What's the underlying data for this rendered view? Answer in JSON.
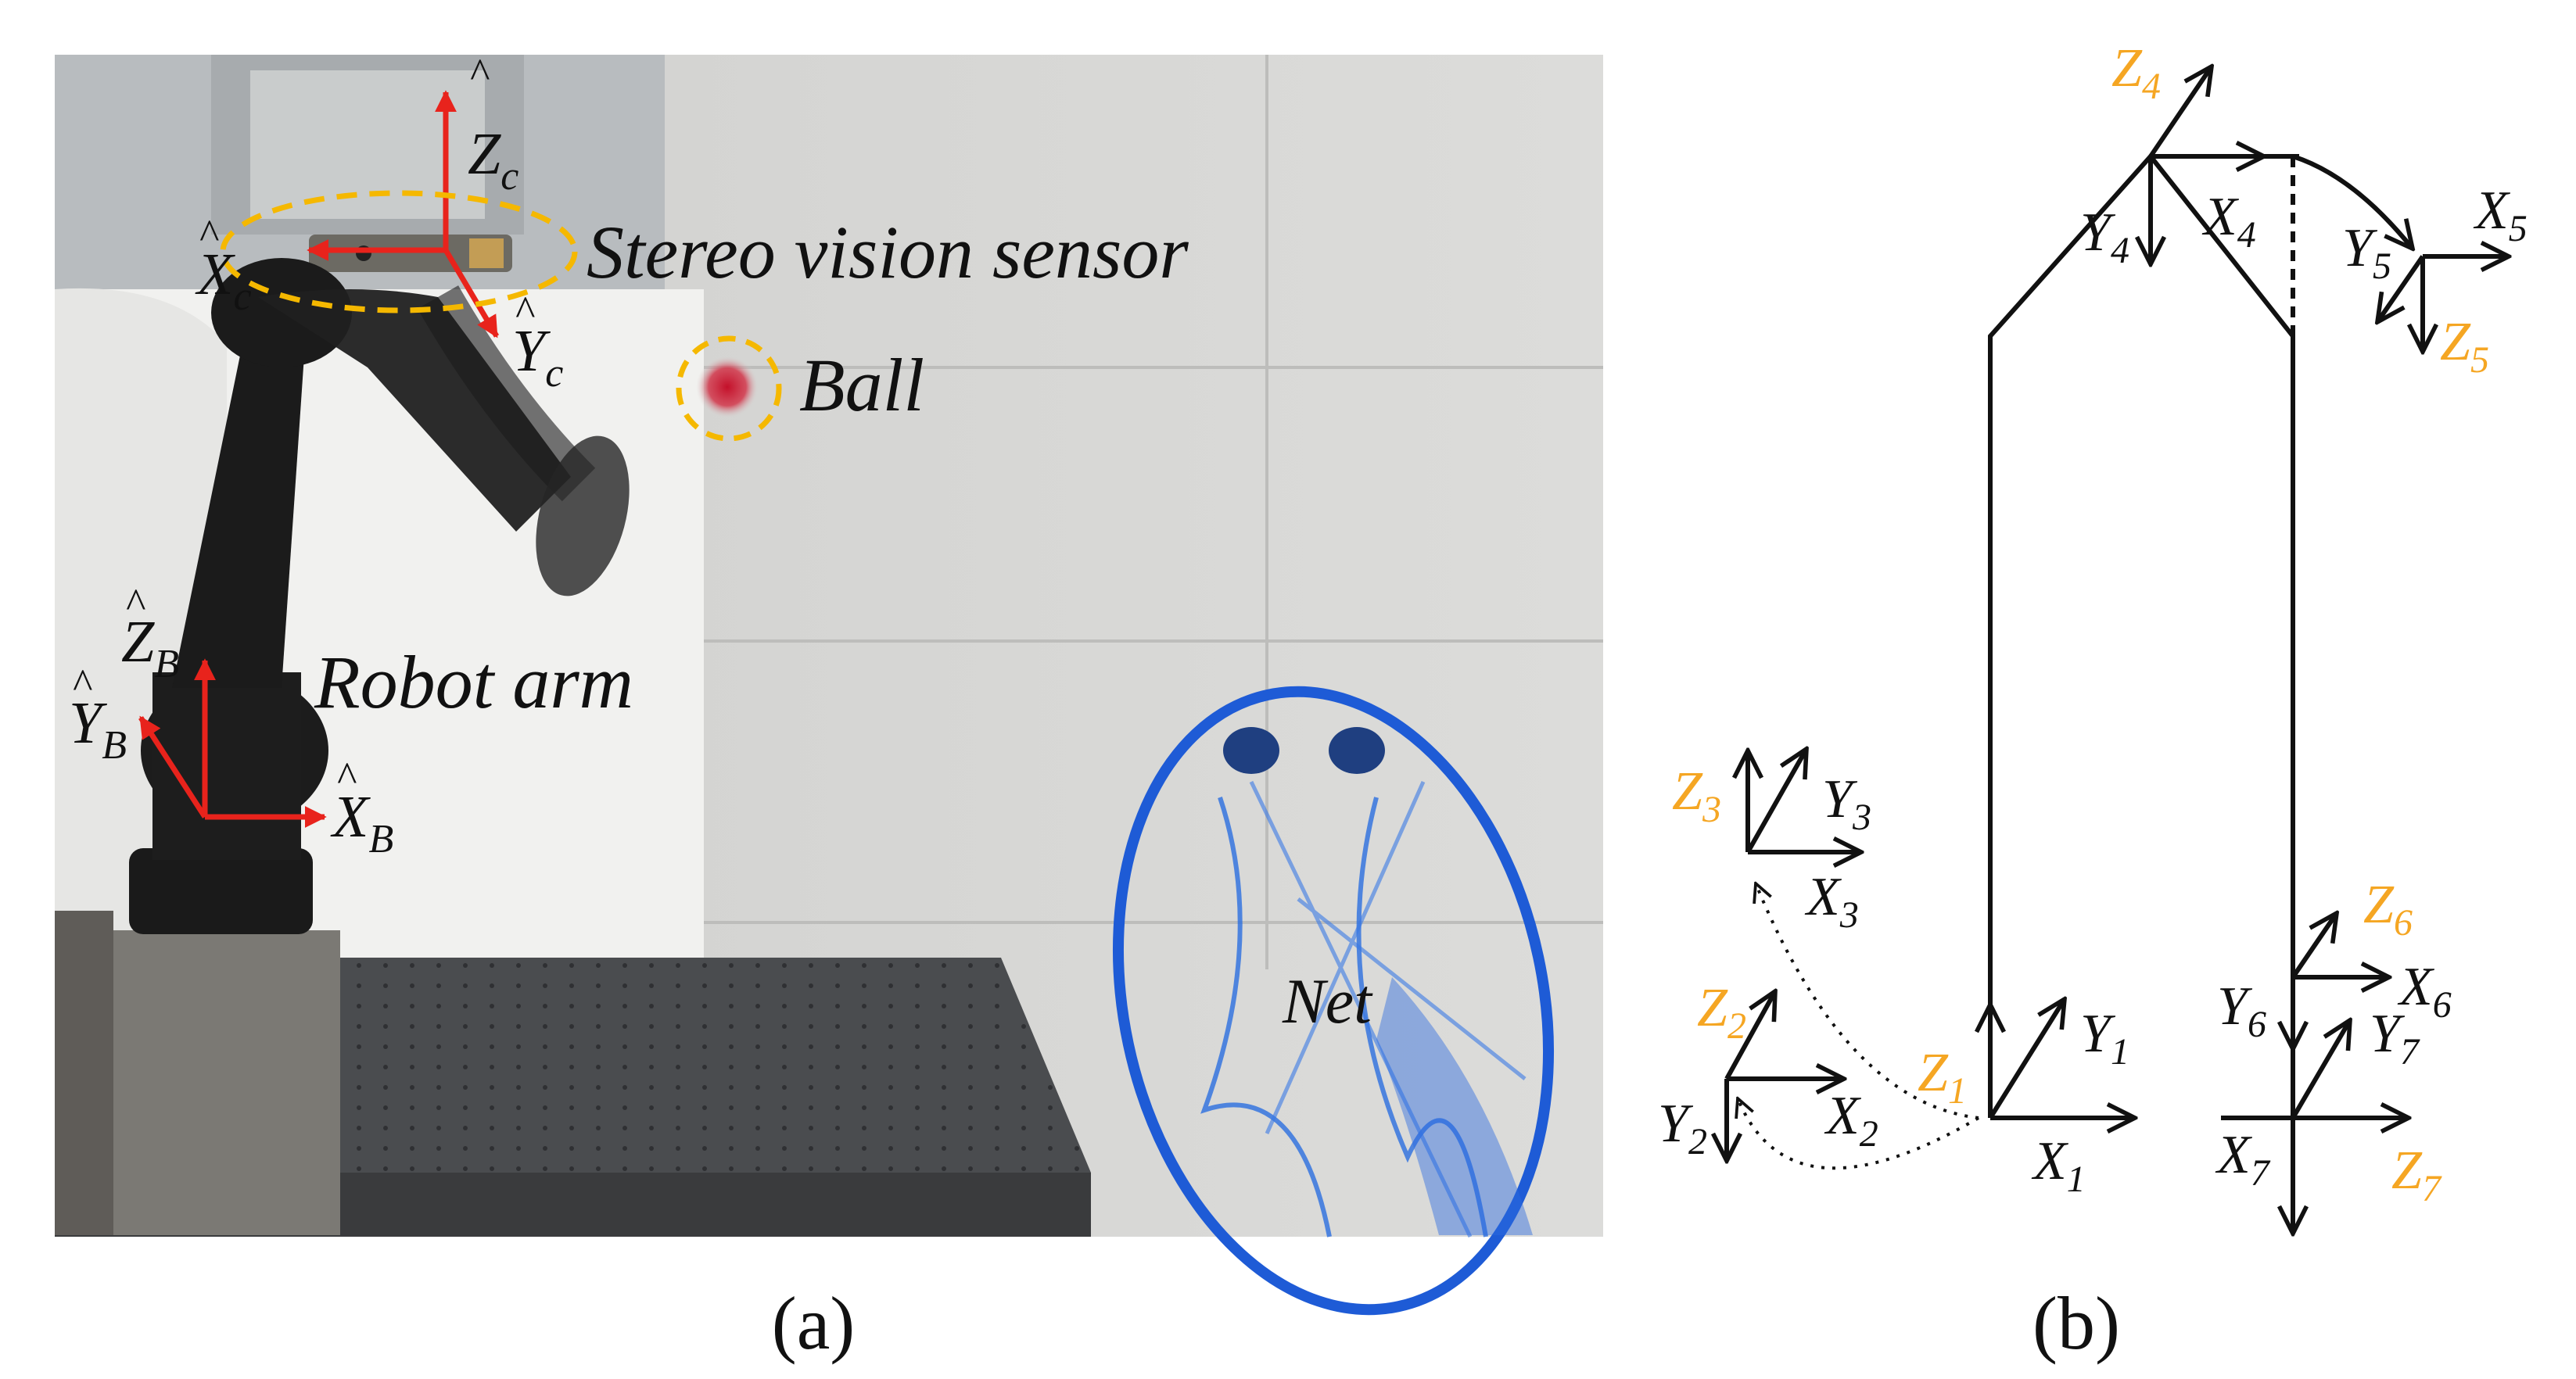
{
  "panel_a": {
    "caption": "(a)",
    "labels": {
      "sensor": "Stereo vision sensor",
      "ball": "Ball",
      "robot": "Robot arm",
      "net": "Net"
    },
    "camera_frame": {
      "x_axis": "X",
      "y_axis": "Y",
      "z_axis": "Z",
      "subscript": "c"
    },
    "base_frame": {
      "x_axis": "X",
      "y_axis": "Y",
      "z_axis": "Z",
      "subscript": "B"
    }
  },
  "panel_b": {
    "caption": "(b)",
    "frames": [
      {
        "id": "1",
        "x": "X",
        "y": "Y",
        "z": "Z",
        "sub": "1"
      },
      {
        "id": "2",
        "x": "X",
        "y": "Y",
        "z": "Z",
        "sub": "2"
      },
      {
        "id": "3",
        "x": "X",
        "y": "Y",
        "z": "Z",
        "sub": "3"
      },
      {
        "id": "4",
        "x": "X",
        "y": "Y",
        "z": "Z",
        "sub": "4"
      },
      {
        "id": "5",
        "x": "X",
        "y": "Y",
        "z": "Z",
        "sub": "5"
      },
      {
        "id": "6",
        "x": "X",
        "y": "Y",
        "z": "Z",
        "sub": "6"
      },
      {
        "id": "7",
        "x": "X",
        "y": "Y",
        "z": "Z",
        "sub": "7"
      }
    ]
  },
  "colors": {
    "axis_red": "#e8231c",
    "orange_label": "#f5a623",
    "ellipse_orange": "#f5b800",
    "line_black": "#111111",
    "photo_wall": "#d8d8d6"
  }
}
